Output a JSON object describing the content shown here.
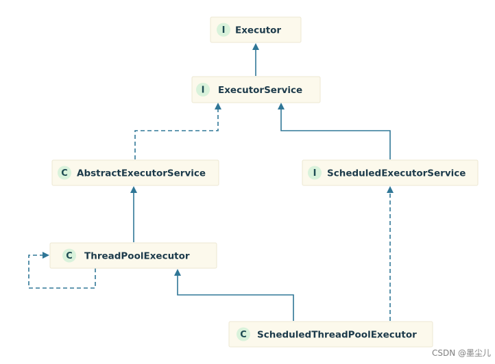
{
  "nodes": [
    {
      "id": "executor",
      "badge": "I",
      "label": "Executor"
    },
    {
      "id": "executor-service",
      "badge": "I",
      "label": "ExecutorService"
    },
    {
      "id": "abstract-executor-service",
      "badge": "C",
      "label": "AbstractExecutorService"
    },
    {
      "id": "scheduled-executor-service",
      "badge": "I",
      "label": "ScheduledExecutorService"
    },
    {
      "id": "thread-pool-executor",
      "badge": "C",
      "label": "ThreadPoolExecutor"
    },
    {
      "id": "scheduled-thread-pool-executor",
      "badge": "C",
      "label": "ScheduledThreadPoolExecutor"
    }
  ],
  "edges": [
    {
      "from": "executor-service",
      "to": "executor",
      "style": "solid"
    },
    {
      "from": "abstract-executor-service",
      "to": "executor-service",
      "style": "dashed"
    },
    {
      "from": "scheduled-executor-service",
      "to": "executor-service",
      "style": "solid"
    },
    {
      "from": "thread-pool-executor",
      "to": "abstract-executor-service",
      "style": "solid"
    },
    {
      "from": "thread-pool-executor",
      "to": "thread-pool-executor",
      "style": "dashed"
    },
    {
      "from": "scheduled-thread-pool-executor",
      "to": "thread-pool-executor",
      "style": "solid"
    },
    {
      "from": "scheduled-thread-pool-executor",
      "to": "scheduled-executor-service",
      "style": "dashed"
    }
  ],
  "colors": {
    "node_fill": "#fcf9ec",
    "badge_fill": "#d9f2db",
    "edge": "#2f7696",
    "label": "#1c3a4a"
  },
  "watermark": "CSDN @墨尘儿"
}
